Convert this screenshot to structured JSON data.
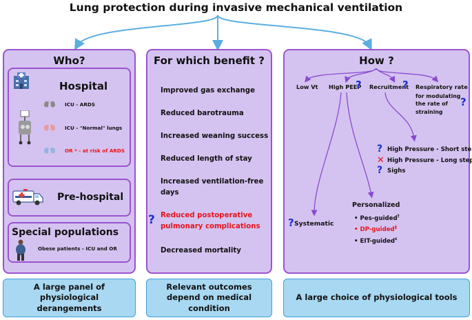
{
  "title": "Lung protection during invasive mechanical ventilation",
  "colors": {
    "panel_fill": "#d4c3f0",
    "panel_border": "#9c52cf",
    "bottom_fill": "#a8d8f2",
    "arrow": "#5aaee2",
    "red": "#e8141c",
    "question": "#1a2fd0"
  },
  "who": {
    "title": "Who?",
    "hospital": {
      "title": "Hospital",
      "items": [
        "ICU - ARDS",
        "ICU - \"Normal\" lungs",
        "OR * - at risk of ARDS"
      ]
    },
    "prehospital": {
      "title": "Pre-hospital"
    },
    "special": {
      "title": "Special populations",
      "item": "Obese patients - ICU and OR"
    },
    "bottom": "A large panel of physiological derangements"
  },
  "benefit": {
    "title": "For which benefit ?",
    "items": [
      "Improved gas exchange",
      "Reduced barotrauma",
      "Increased weaning success",
      "Reduced length of stay",
      "Increased ventilation-free days",
      "Reduced postoperative pulmonary complications",
      "Decreased mortality"
    ],
    "bottom": "Relevant outcomes depend on medical condition"
  },
  "how": {
    "title": "How ?",
    "low_vt": "Low Vt",
    "high_peep": "High PEEP",
    "recruitment": "Recruitment",
    "resp_rate": "Respiratory rate",
    "resp_rate_sub": "for modulating the rate of straining",
    "recruit_options": [
      "High Pressure - Short step",
      "High Pressure - Long step",
      "Sighs"
    ],
    "systematic": "Systematic",
    "personalized": "Personalized",
    "personalized_options": [
      {
        "label": "Pes-guided",
        "sup": "†"
      },
      {
        "label": "DP-guided",
        "sup": "ǂ"
      },
      {
        "label": "EIT-guided",
        "sup": "ɛ"
      }
    ],
    "bottom": "A large choice of physiological tools"
  }
}
